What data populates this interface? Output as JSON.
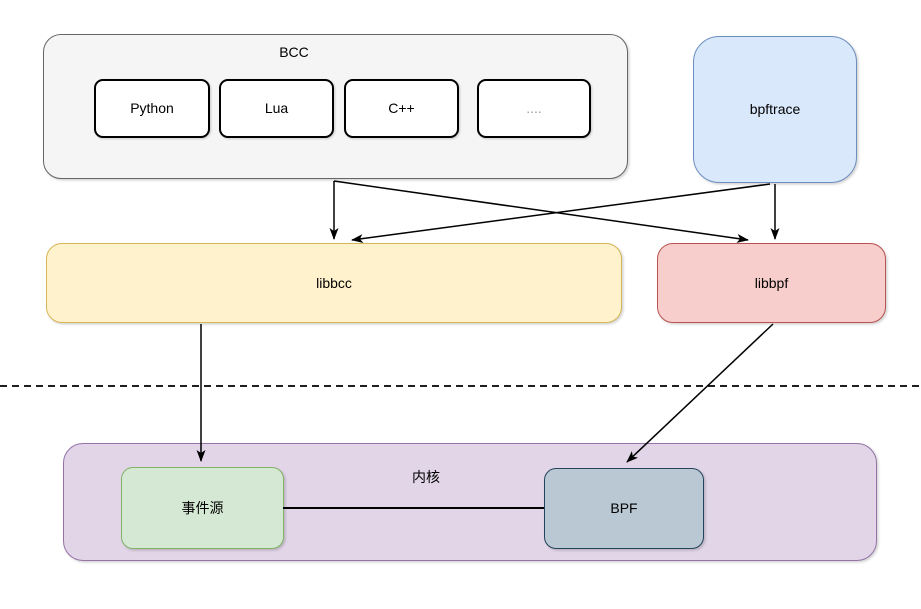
{
  "diagram": {
    "bcc": {
      "title": "BCC",
      "children": [
        {
          "label": "Python"
        },
        {
          "label": "Lua"
        },
        {
          "label": "C++"
        },
        {
          "label": "...."
        }
      ]
    },
    "bpftrace": {
      "label": "bpftrace"
    },
    "libbcc": {
      "label": "libbcc"
    },
    "libbpf": {
      "label": "libbpf"
    },
    "kernel": {
      "label": "内核",
      "event_source": "事件源",
      "bpf": "BPF"
    },
    "separator": {
      "style": "dashed-horizontal-line"
    },
    "edges": [
      {
        "from": "BCC",
        "to": "libbcc",
        "type": "arrow"
      },
      {
        "from": "BCC",
        "to": "libbpf",
        "type": "arrow"
      },
      {
        "from": "bpftrace",
        "to": "libbcc",
        "type": "arrow"
      },
      {
        "from": "bpftrace",
        "to": "libbpf",
        "type": "arrow"
      },
      {
        "from": "libbcc",
        "to": "事件源",
        "type": "arrow"
      },
      {
        "from": "libbpf",
        "to": "BPF",
        "type": "arrow"
      },
      {
        "from": "事件源",
        "to": "BPF",
        "type": "line"
      }
    ]
  },
  "colors": {
    "bcc_fill": "#F5F5F5",
    "bcc_border": "#666666",
    "lang_fill": "#FFFFFF",
    "lang_border": "#000000",
    "bpftrace_fill": "#DAE8FC",
    "bpftrace_border": "#6C8EBF",
    "libbcc_fill": "#FFF2CC",
    "libbcc_border": "#D6B656",
    "libbpf_fill": "#F8CECC",
    "libbpf_border": "#B85450",
    "kernel_fill": "#E1D5E7",
    "kernel_border": "#9673A6",
    "event_source_fill": "#D5E8D4",
    "event_source_border": "#82B366",
    "bpf_fill": "#BAC8D3",
    "bpf_border": "#23445D",
    "edge": "#000000",
    "muted_text": "#999999"
  }
}
